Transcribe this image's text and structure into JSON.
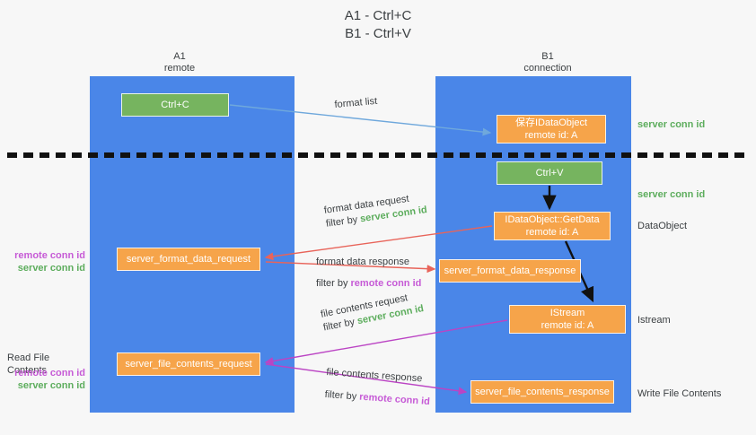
{
  "title": {
    "line1": "A1 - Ctrl+C",
    "line2": "B1 - Ctrl+V"
  },
  "columns": [
    {
      "name": "A1",
      "sub": "remote"
    },
    {
      "name": "B1",
      "sub": "connection"
    }
  ],
  "nodes": {
    "ctrl_c": {
      "line1": "Ctrl+C",
      "line2": ""
    },
    "save_dataobj": {
      "line1": "保存IDataObject",
      "line2": "remote id: A"
    },
    "ctrl_v": {
      "line1": "Ctrl+V",
      "line2": ""
    },
    "getdata": {
      "line1": "IDataObject::GetData",
      "line2": "remote id: A"
    },
    "format_data_request": {
      "line1": "server_format_data_request",
      "line2": ""
    },
    "format_data_response": {
      "line1": "server_format_data_response",
      "line2": ""
    },
    "istream": {
      "line1": "IStream",
      "line2": "remote id: A"
    },
    "file_contents_request": {
      "line1": "server_file_contents_request",
      "line2": ""
    },
    "file_contents_response": {
      "line1": "server_file_contents_response",
      "line2": ""
    }
  },
  "edge_labels": {
    "format_list": "format list",
    "format_data_request": {
      "line1": "format data request",
      "filter_prefix": "filter by ",
      "filter_key": "server conn id"
    },
    "format_data_response": {
      "line1": "format data response",
      "filter_prefix": "filter by ",
      "filter_key": "remote conn id"
    },
    "file_contents_request": {
      "line1": "file contents request",
      "filter_prefix": "filter by ",
      "filter_key": "server conn id"
    },
    "file_contents_response": {
      "line1": "file contents response",
      "filter_prefix": "filter by ",
      "filter_key": "remote conn id"
    }
  },
  "annotations": {
    "server_conn_id_top": "server conn id",
    "server_conn_id_mid": "server conn id",
    "dataobject": "DataObject",
    "istream": "Istream",
    "write_file_contents": "Write File Contents",
    "read_file_contents": "Read File Contents",
    "remote_conn_id": "remote conn id",
    "server_conn_id": "server conn id"
  },
  "colors": {
    "lane": "#4a86e8",
    "green_node": "#76b45f",
    "orange_node": "#f6a44a",
    "green_text": "#5dad5d",
    "purple_text": "#c65ad6",
    "red_arrow": "#e8645a",
    "magenta_arrow": "#bb44c4",
    "blue_arrow": "#6fa8dc",
    "black_arrow": "#111111",
    "background": "#f7f7f7"
  }
}
